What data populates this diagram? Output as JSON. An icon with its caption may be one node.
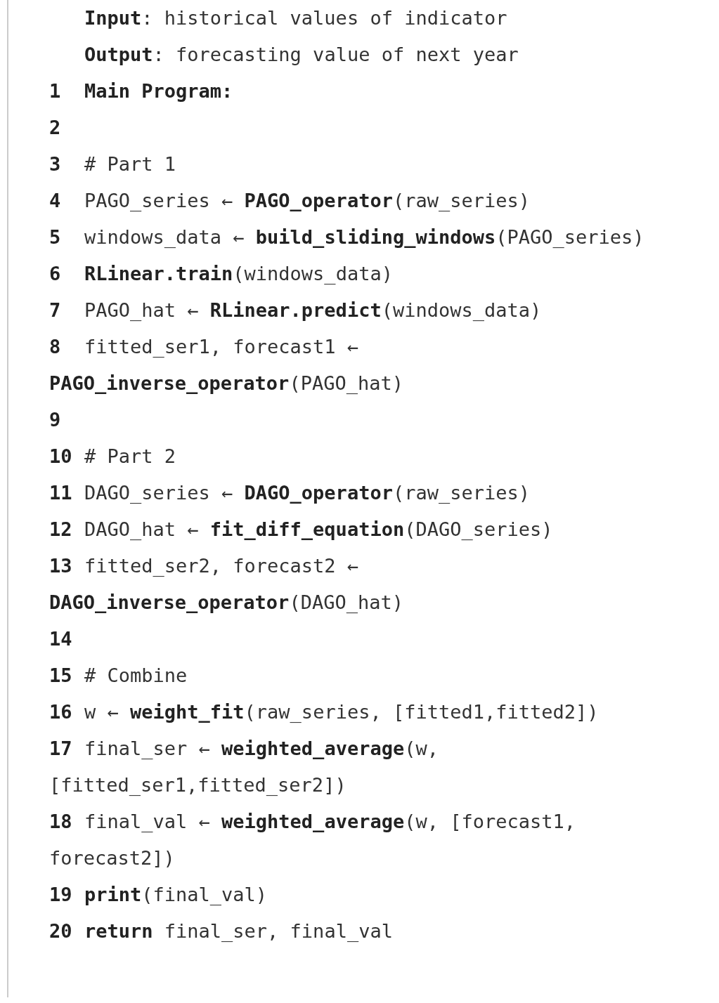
{
  "diagram": {
    "labels": [
      "**Input**: historical values of indicator",
      "**Output**: forecasting value of next year",
      "1",
      "Main Program:",
      "2",
      "3",
      "# Part 1",
      "4",
      "PAGO_series ← **PAGO_operator**(raw_series)",
      "5",
      "windows_data ← **build_sliding_windows**(PAGO_series)",
      "6",
      "**RLinear.train**(windows_data)",
      "7",
      "PAGO_hat ← **RLinear.predict**(windows_data)",
      "8",
      "fitted_ser1, forecast1 ← **PAGO_inverse_operator**(PAGO_hat)",
      "9",
      "10",
      "# Part 2",
      "11",
      "DAGO_series ← **DAGO_operator**(raw_series)",
      "12",
      "DAGO_hat ← **fit_diff_equation**(DAGO_series)",
      "13",
      "fitted_ser2, forecast2 ← **DAGO_inverse_operator**(DAGO_hat)",
      "14",
      "15",
      "# Combine",
      "16",
      "w ← **weight_fit**(raw_series, [fitted1,fitted2])",
      "17",
      "final_ser ← **weighted_average**(w, [fitted_ser1,fitted_ser2])",
      "18",
      "final_val ← **weighted_average**(w, [forecast1, forecast2])",
      "19",
      "**print**(final_val)",
      "20",
      "**return** final_ser, final_val"
    ]
  }
}
